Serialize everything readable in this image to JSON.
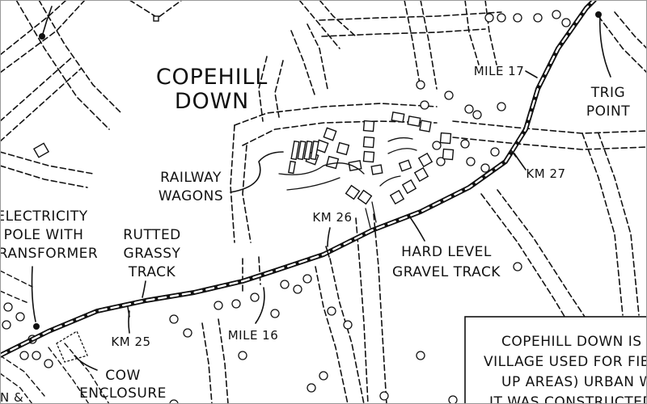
{
  "map": {
    "title_lines": [
      "COPEHILL",
      "DOWN"
    ],
    "labels": {
      "railway_wagons": [
        "RAILWAY",
        "WAGONS"
      ],
      "electricity_pole": [
        "ELECTRICITY",
        "POLE WITH",
        "TRANSFORMER"
      ],
      "rutted_track": [
        "RUTTED",
        "GRASSY",
        "TRACK"
      ],
      "hard_track": [
        "HARD LEVEL",
        "GRAVEL TRACK"
      ],
      "cow_enclosure": [
        "COW",
        "ENCLOSURE"
      ],
      "trig_point": [
        "TRIG",
        "POINT"
      ],
      "km25": "KM 25",
      "km26": "KM 26",
      "km27": "KM 27",
      "mile16": "MILE 16",
      "mile17": "MILE 17",
      "corner_text": "N &"
    },
    "info_box": {
      "lines": [
        "COPEHILL DOWN IS A",
        "VILLAGE USED FOR FIBU",
        "UP AREAS) URBAN WA",
        "IT WAS CONSTRUCTED IN"
      ]
    }
  }
}
